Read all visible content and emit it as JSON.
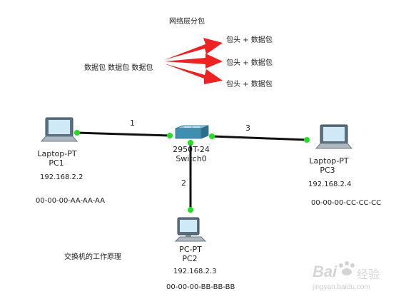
{
  "top": {
    "title": "网络层分包",
    "source": "数据包 数据包 数据包",
    "packets": [
      "包头 + 数据包",
      "包头 + 数据包",
      "包头 + 数据包"
    ]
  },
  "links": {
    "l1": "1",
    "l2": "2",
    "l3": "3"
  },
  "switch": {
    "model": "2950T-24",
    "name": "Switch0"
  },
  "pc1": {
    "model": "Laptop-PT",
    "name": "PC1",
    "ip": "192.168.2.2",
    "mac": "00-00-00-AA-AA-AA"
  },
  "pc2": {
    "model": "PC-PT",
    "name": "PC2",
    "ip": "192.168.2.3",
    "mac": "00-00-00-BB-BB-BB"
  },
  "pc3": {
    "model": "Laptop-PT",
    "name": "PC3",
    "ip": "192.168.2.4",
    "mac": "00-00-00-CC-CC-CC"
  },
  "caption": "交换机的工作原理",
  "watermark": {
    "brand": "Bai",
    "brand2": "经验",
    "url": "jingyan.baidu.com"
  },
  "colors": {
    "link": "#111111",
    "port": "#22dd22",
    "arrow": "#ee2222",
    "switch": "#3f8fb0"
  }
}
